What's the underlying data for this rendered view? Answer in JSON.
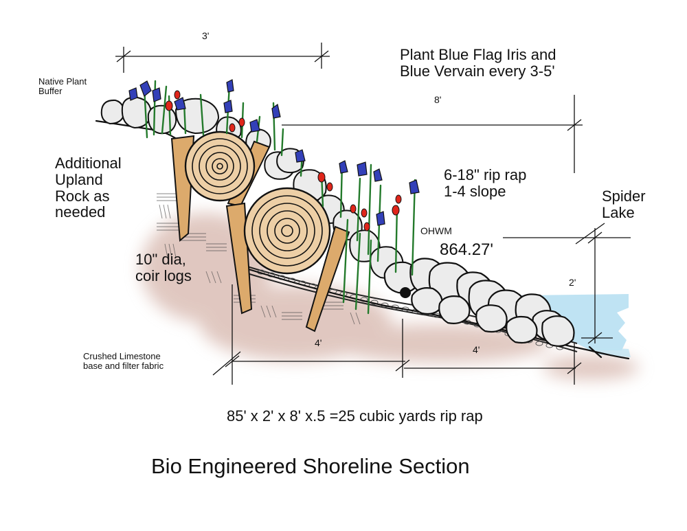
{
  "labels": {
    "dim_top": "3'",
    "native_plant_buffer": "Native Plant\nBuffer",
    "plant_note": "Plant Blue Flag Iris and\nBlue Vervain every 3-5'",
    "dim_8": "8'",
    "additional_rock": "Additional\nUpland\nRock as\nneeded",
    "rip_rap": "6-18\" rip rap\n1-4 slope",
    "spider_lake": "Spider\nLake",
    "ohwm_label": "OHWM",
    "ohwm_value": "864.27'",
    "coir_logs": "10\" dia,\ncoir logs",
    "dim_2": "2'",
    "dim_4_left": "4'",
    "dim_4_right": "4'",
    "crushed_limestone": "Crushed Limestone\nbase and filter fabric",
    "formula": "85' x 2' x 8' x.5 =25 cubic yards rip rap",
    "title": "Bio Engineered Shoreline Section"
  },
  "colors": {
    "water": "#bfe3f3",
    "soil": "#c79b8e",
    "coir": "#edcfa6",
    "stake": "#dcaa6c",
    "rock": "#ececec",
    "iris": "#3340b8",
    "vervain": "#e0261b",
    "stem": "#237a2b",
    "line": "#111111"
  }
}
